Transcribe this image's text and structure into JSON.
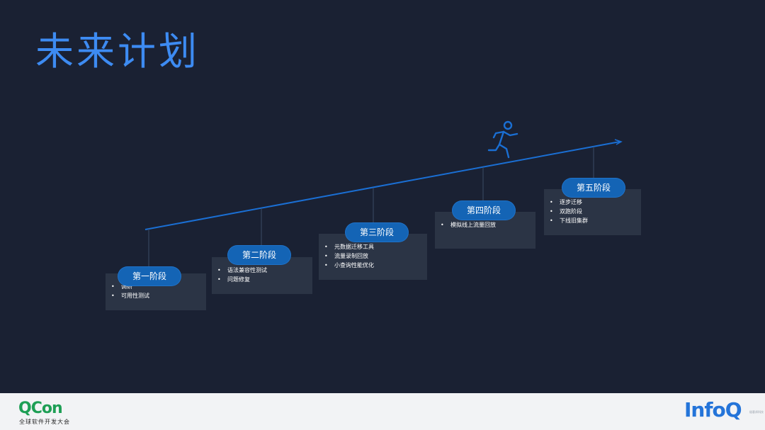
{
  "title": "未来计划",
  "stages": [
    {
      "label": "第一阶段",
      "items": [
        "调研",
        "可用性测试"
      ]
    },
    {
      "label": "第二阶段",
      "items": [
        "语法兼容性测试",
        "问题修复"
      ]
    },
    {
      "label": "第三阶段",
      "items": [
        "元数据迁移工具",
        "流量录制回放",
        "小查询性能优化"
      ]
    },
    {
      "label": "第四阶段",
      "items": [
        "模拟线上流量回放"
      ]
    },
    {
      "label": "第五阶段",
      "items": [
        "逐步迁移",
        "双跑阶段",
        "下线旧集群"
      ]
    }
  ],
  "footer": {
    "qcon_logo": "QCon",
    "qcon_subtitle": "全球软件开发大会",
    "infoq_logo": "InfoQ",
    "infoq_sup": "极客邦科技"
  },
  "colors": {
    "background": "#1a2133",
    "title": "#3d8bf2",
    "line": "#1a6fd4",
    "badge": "#1464b5",
    "card": "#2b3445"
  },
  "icons": [
    "running-person-icon"
  ]
}
